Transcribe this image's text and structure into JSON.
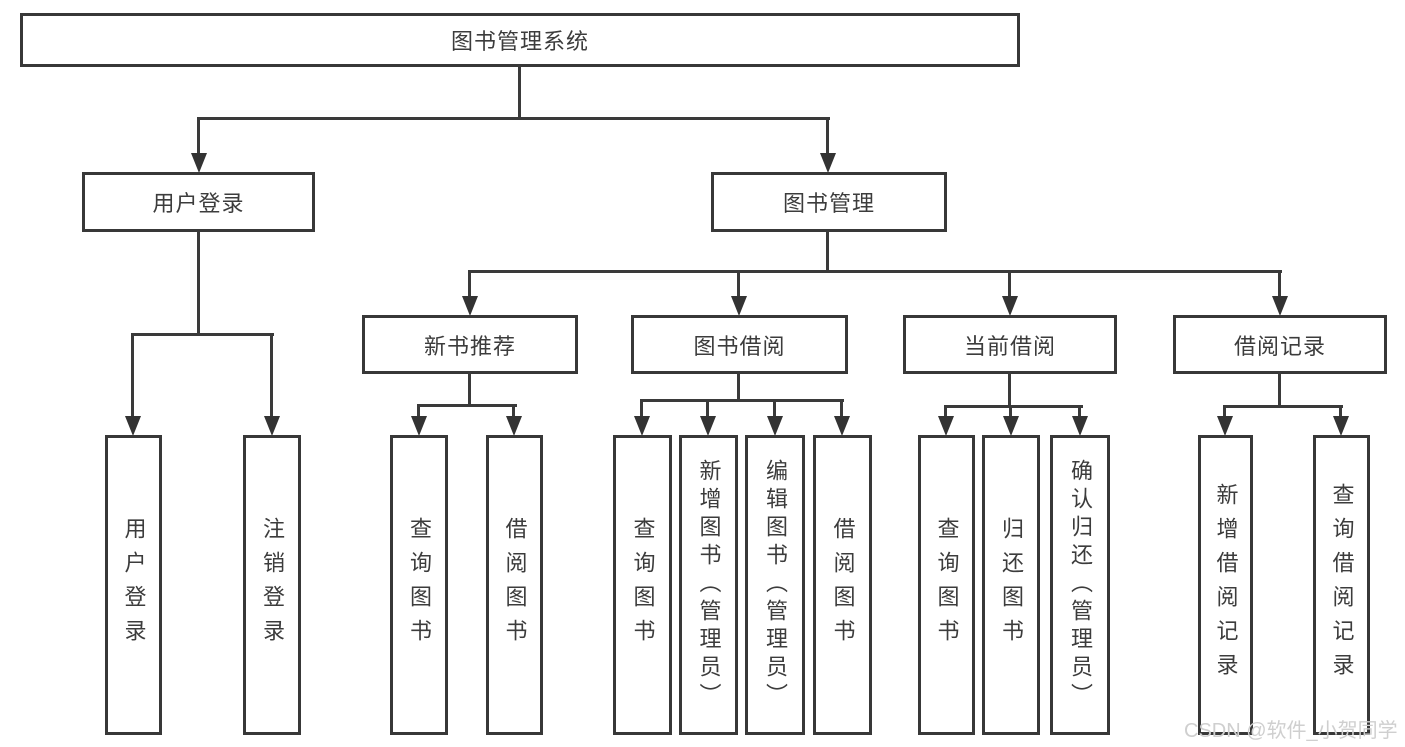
{
  "diagram": {
    "nodes": {
      "root": "图书管理系统",
      "user_login": "用户登录",
      "book_mgmt": "图书管理",
      "new_book": "新书推荐",
      "book_borrow": "图书借阅",
      "current_borrow": "当前借阅",
      "borrow_records": "借阅记录",
      "leaves_user": [
        "用户登录",
        "注销登录"
      ],
      "leaves_new_book": [
        "查询图书",
        "借阅图书"
      ],
      "leaves_borrow": [
        "查询图书",
        "新增图书（管理员）",
        "编辑图书（管理员）",
        "借阅图书"
      ],
      "leaves_current": [
        "查询图书",
        "归还图书",
        "确认归还（管理员）"
      ],
      "leaves_records": [
        "新增借阅记录",
        "查询借阅记录"
      ]
    },
    "watermark": "CSDN @软件_小贺同学",
    "colors": {
      "line": "#3a3a3a",
      "box_border": "#383838",
      "text": "#3c3c3c",
      "watermark": "#cfcfcf",
      "background": "#ffffff"
    }
  }
}
